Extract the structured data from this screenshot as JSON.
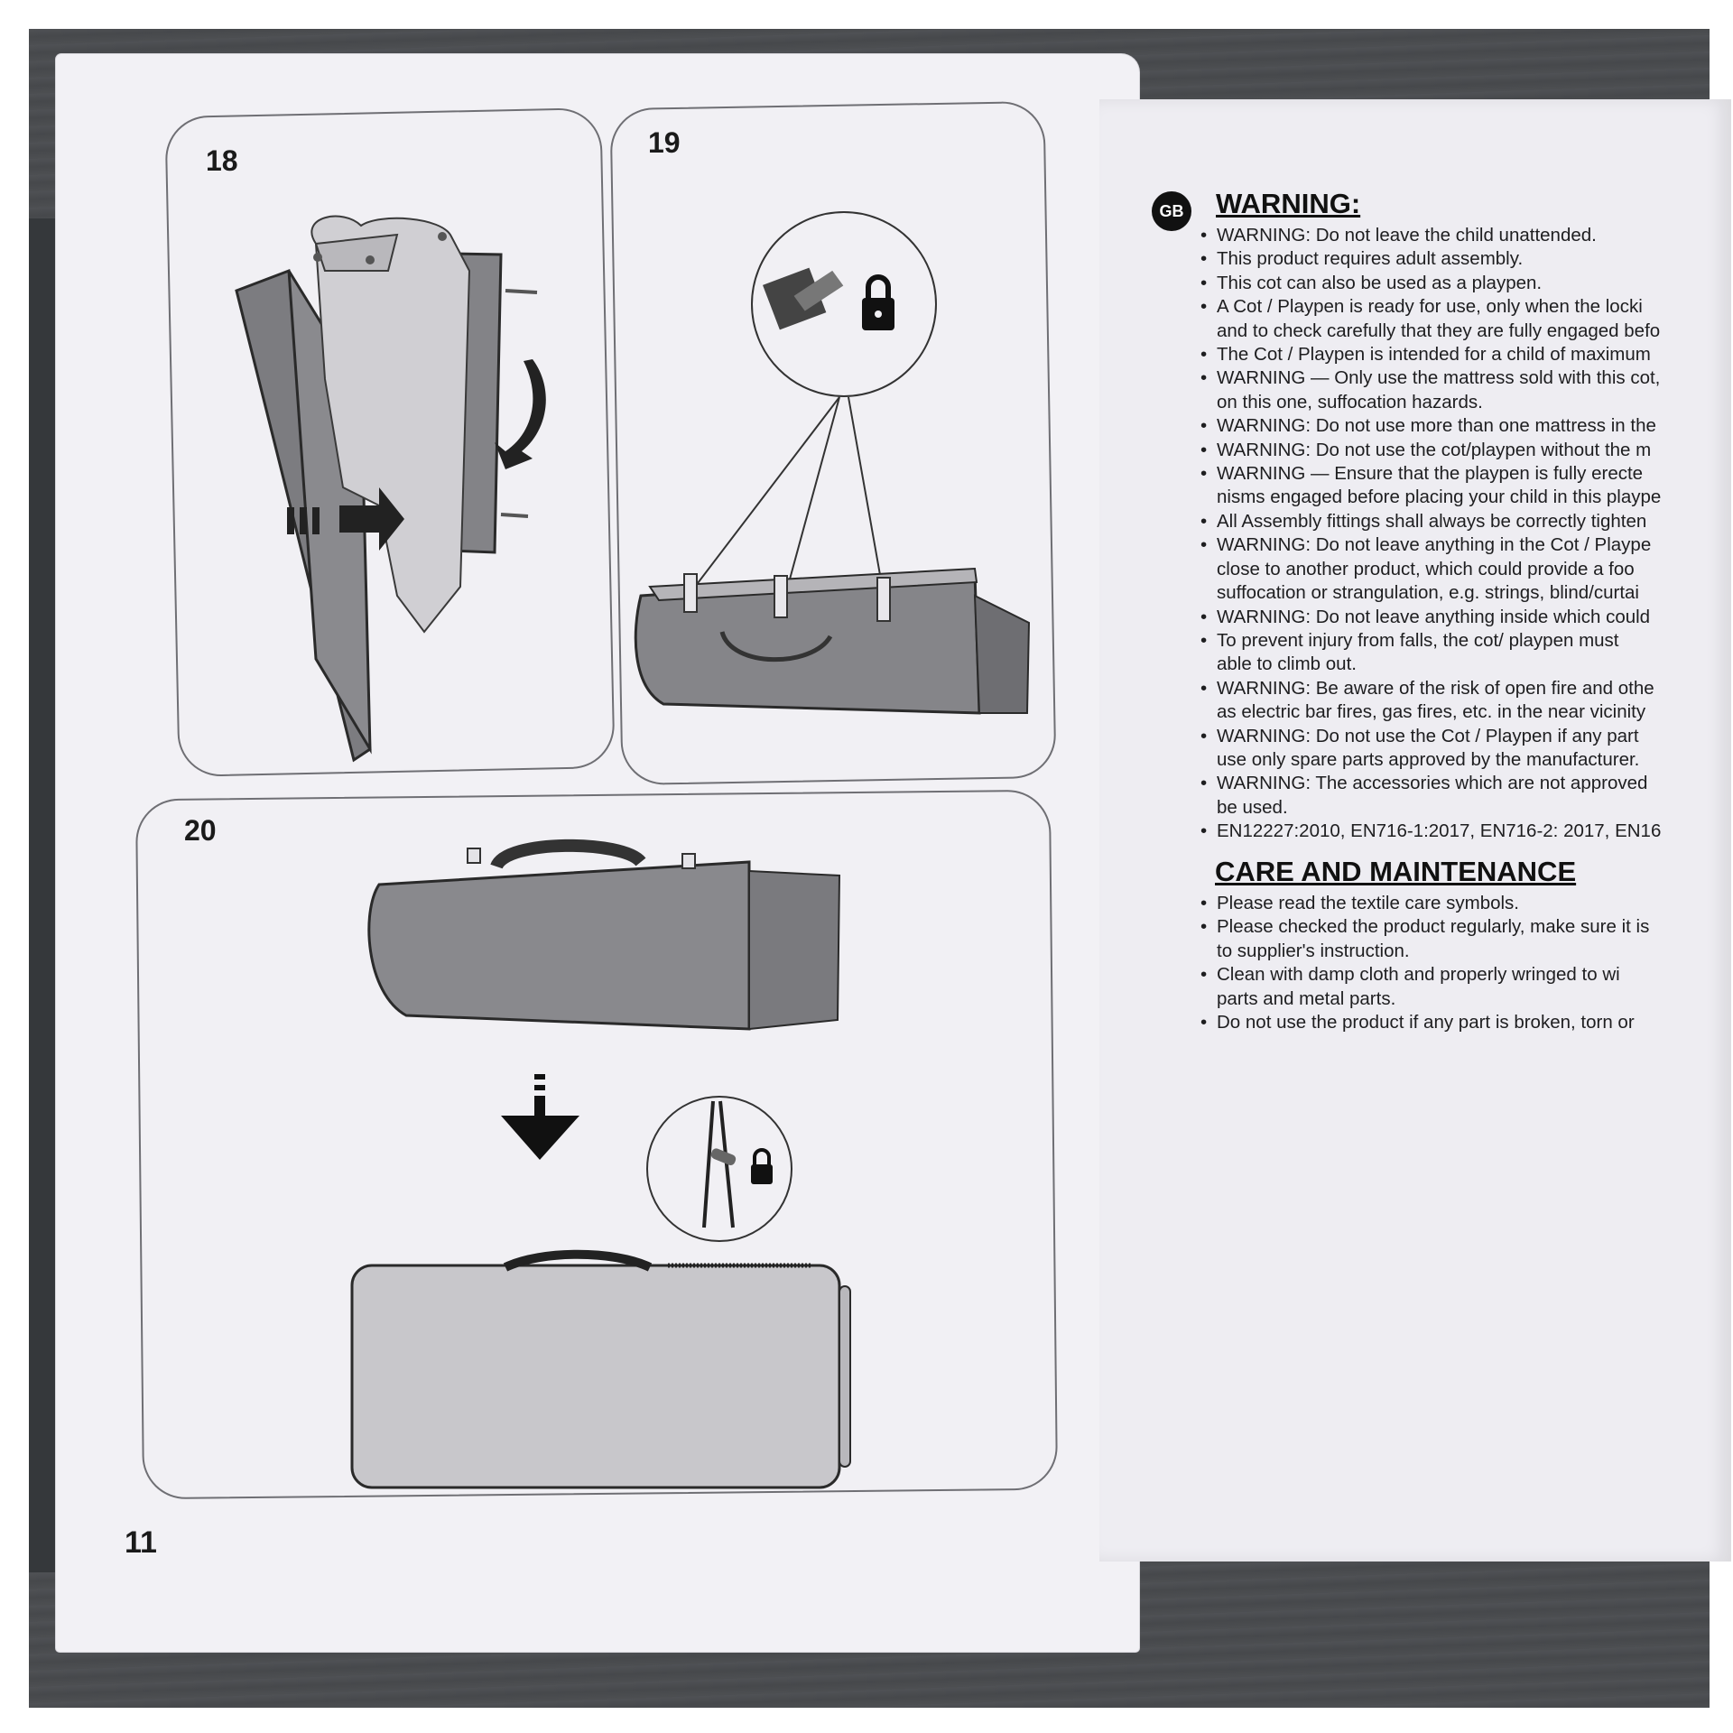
{
  "steps": {
    "step18": "18",
    "step19": "19",
    "step20": "20"
  },
  "page_number": "11",
  "badge": "GB",
  "warning": {
    "title": "WARNING:",
    "items": [
      [
        "WARNING: Do not leave the child unattended."
      ],
      [
        "This product requires adult assembly."
      ],
      [
        "This cot can also be used as a playpen."
      ],
      [
        "A Cot / Playpen is ready for use, only when the locki",
        "and to check carefully that they are fully engaged befo"
      ],
      [
        "The Cot / Playpen is intended for a child of maximum"
      ],
      [
        "WARNING — Only use the mattress sold with this cot,",
        "on this one, suffocation hazards."
      ],
      [
        "WARNING: Do not use more than one mattress in the"
      ],
      [
        "WARNING: Do not use the cot/playpen without the m"
      ],
      [
        "WARNING — Ensure that the playpen is fully erecte",
        "nisms engaged before placing your child in this plaype"
      ],
      [
        "All Assembly fittings shall always be correctly tighten"
      ],
      [
        "WARNING: Do not leave anything in the Cot / Plaype",
        "close to another product, which could provide a foo",
        "suffocation or strangulation, e.g. strings, blind/curtai"
      ],
      [
        "WARNING: Do not leave anything inside which could"
      ],
      [
        "To prevent injury from falls, the cot/ playpen must",
        "able to climb out."
      ],
      [
        "WARNING: Be aware of the risk of open fire and othe",
        "as electric bar fires, gas fires, etc. in the near vicinity"
      ],
      [
        "WARNING: Do not use the Cot / Playpen if any part",
        "use only spare parts approved by the manufacturer."
      ],
      [
        "WARNING: The accessories which are not approved",
        "be used."
      ],
      [
        "EN12227:2010, EN716-1:2017, EN716-2: 2017, EN16"
      ]
    ]
  },
  "care": {
    "title": "CARE AND MAINTENANCE",
    "items": [
      [
        "Please read the textile care symbols."
      ],
      [
        "Please checked the product regularly, make sure it is",
        "to supplier's instruction."
      ],
      [
        "Clean with damp cloth and properly wringed to wi",
        "parts and metal parts."
      ],
      [
        "Do not use the product if any part is broken, torn or"
      ]
    ]
  }
}
